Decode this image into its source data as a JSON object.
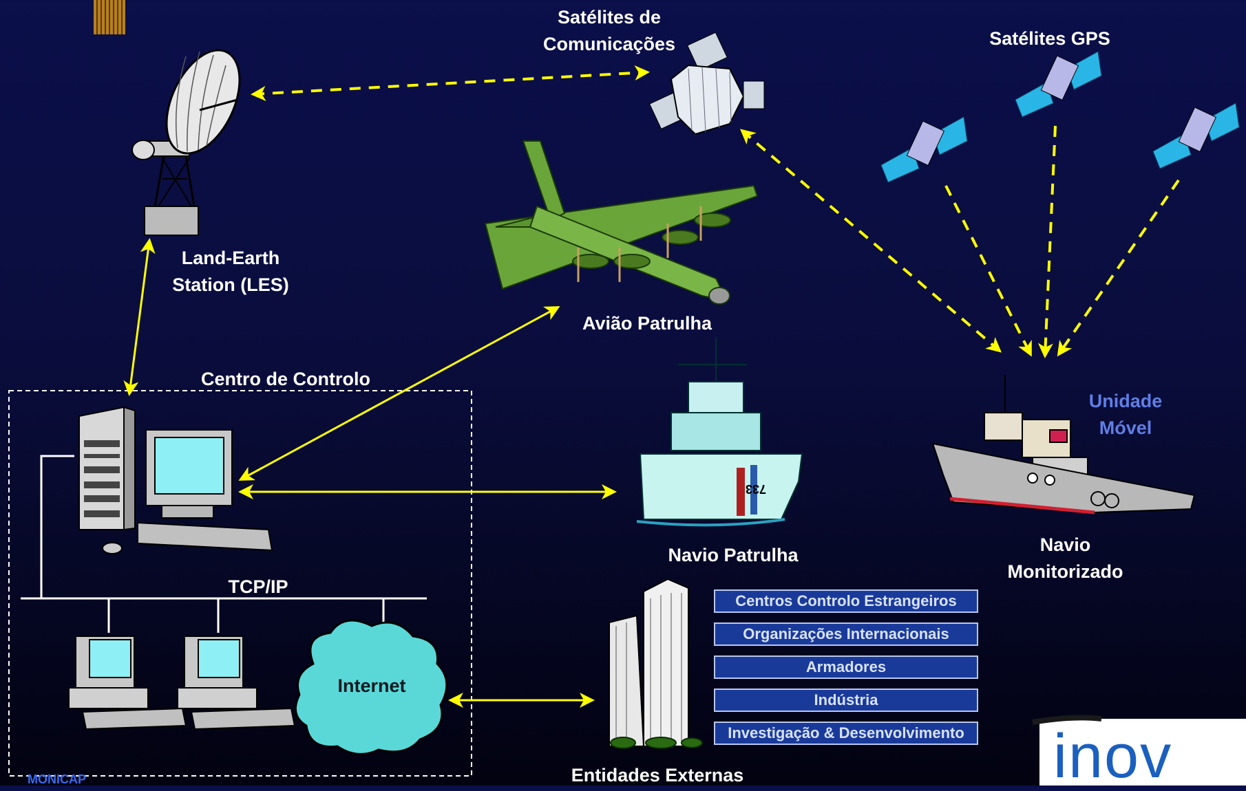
{
  "labels": {
    "comm_satellites": "Satélites de\nComunicações",
    "gps_satellites": "Satélites GPS",
    "les": "Land-Earth\nStation (LES)",
    "patrol_plane": "Avião Patrulha",
    "control_center": "Centro de Controlo",
    "mobile_unit": "Unidade\nMóvel",
    "patrol_ship": "Navio Patrulha",
    "monitored_ship": "Navio\nMonitorizado",
    "tcpip": "TCP/IP",
    "internet": "Internet",
    "external_entities": "Entidades Externas",
    "monicap": "MONICAP",
    "logo": "inov",
    "ship_number": "733"
  },
  "external_entities": [
    "Centros Controlo Estrangeiros",
    "Organizações Internacionais",
    "Armadores",
    "Indústria",
    "Investigação & Desenvolvimento"
  ],
  "colors": {
    "arrow": "#ffff00",
    "background_top": "#0b0f4a",
    "label_blue": "#5f7ee6",
    "entity_box": "#1a3a9a"
  }
}
